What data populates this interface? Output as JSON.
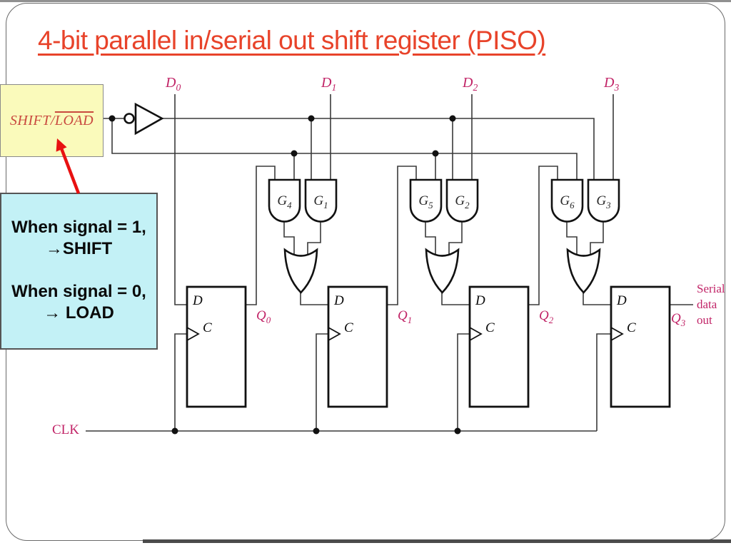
{
  "slide": {
    "title": "4-bit parallel in/serial out shift register (PISO)"
  },
  "shift_load_box": {
    "shift": "SHIFT",
    "sep": "/",
    "load": "LOAD"
  },
  "note_box": {
    "lines": [
      "When signal = 1,",
      "→SHIFT",
      "",
      "When signal = 0,",
      "→ LOAD"
    ]
  },
  "labels": {
    "d_inputs": [
      {
        "base": "D",
        "sub": "0"
      },
      {
        "base": "D",
        "sub": "1"
      },
      {
        "base": "D",
        "sub": "2"
      },
      {
        "base": "D",
        "sub": "3"
      }
    ],
    "q_outputs": [
      {
        "base": "Q",
        "sub": "0"
      },
      {
        "base": "Q",
        "sub": "1"
      },
      {
        "base": "Q",
        "sub": "2"
      },
      {
        "base": "Q",
        "sub": "3"
      }
    ],
    "clk": "CLK",
    "serial_out": [
      "Serial",
      "data",
      "out"
    ]
  },
  "gates": [
    {
      "base": "G",
      "sub": "4"
    },
    {
      "base": "G",
      "sub": "1"
    },
    {
      "base": "G",
      "sub": "5"
    },
    {
      "base": "G",
      "sub": "2"
    },
    {
      "base": "G",
      "sub": "6"
    },
    {
      "base": "G",
      "sub": "3"
    }
  ],
  "flipflop": {
    "d": "D",
    "c": "C"
  },
  "colors": {
    "title": "#e8432a",
    "signal_label": "#c12467",
    "shift_load_text": "#c9493f",
    "yellow_box_fill": "#fafabb",
    "note_box_fill": "#c3f1f6",
    "arrow_red": "#e81111",
    "wire": "#3a3a3a",
    "bottom_bar": "#4b4b4b"
  }
}
